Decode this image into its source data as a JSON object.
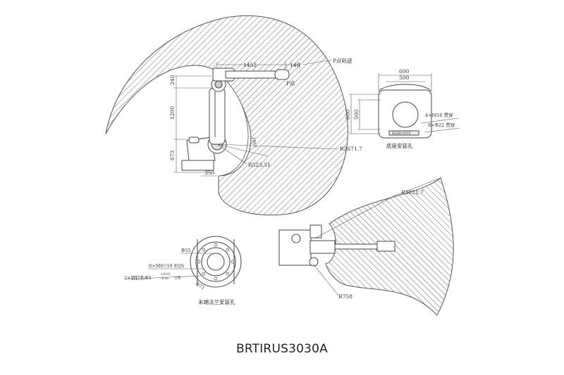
{
  "model_name": "BRTIRUS3030A",
  "colors": {
    "line": "#555555",
    "hatch": "#666666",
    "background": "#ffffff"
  },
  "side_view": {
    "dimensions": {
      "arm_length": "1452",
      "wrist_offset": "148",
      "height_upper": "240",
      "height_mid": "1200",
      "height_base": "673",
      "base_offset": "350",
      "angle": "101°"
    },
    "labels": {
      "p_trajectory": "P点轨迹",
      "p_point": "P点",
      "radius_outer": "R2671.7",
      "radius_inner": "R523.51"
    }
  },
  "base_view": {
    "dimensions": {
      "width_outer": "600",
      "width_inner": "500",
      "height_outer": "600",
      "height_inner": "500"
    },
    "notes": {
      "tapped_holes": "4×M16 贯穿",
      "through_holes": "8×Φ22 贯穿"
    },
    "brand_text": "BORUNTE",
    "caption": "底座安装孔"
  },
  "flange_view": {
    "notes": {
      "diameter": "Φ55",
      "bolt_holes": "8×M6▽10 EQS",
      "pin_holes": "2×销钉孔Φ5",
      "tolerance_upper": "+0.01",
      "tolerance_lower": "-0.01",
      "pin_depth": "▽8",
      "pcd": "Φ71"
    },
    "caption": "末端法兰安装孔"
  },
  "top_view": {
    "labels": {
      "radius_outer": "R3021.7",
      "radius_inner": "R758"
    }
  }
}
